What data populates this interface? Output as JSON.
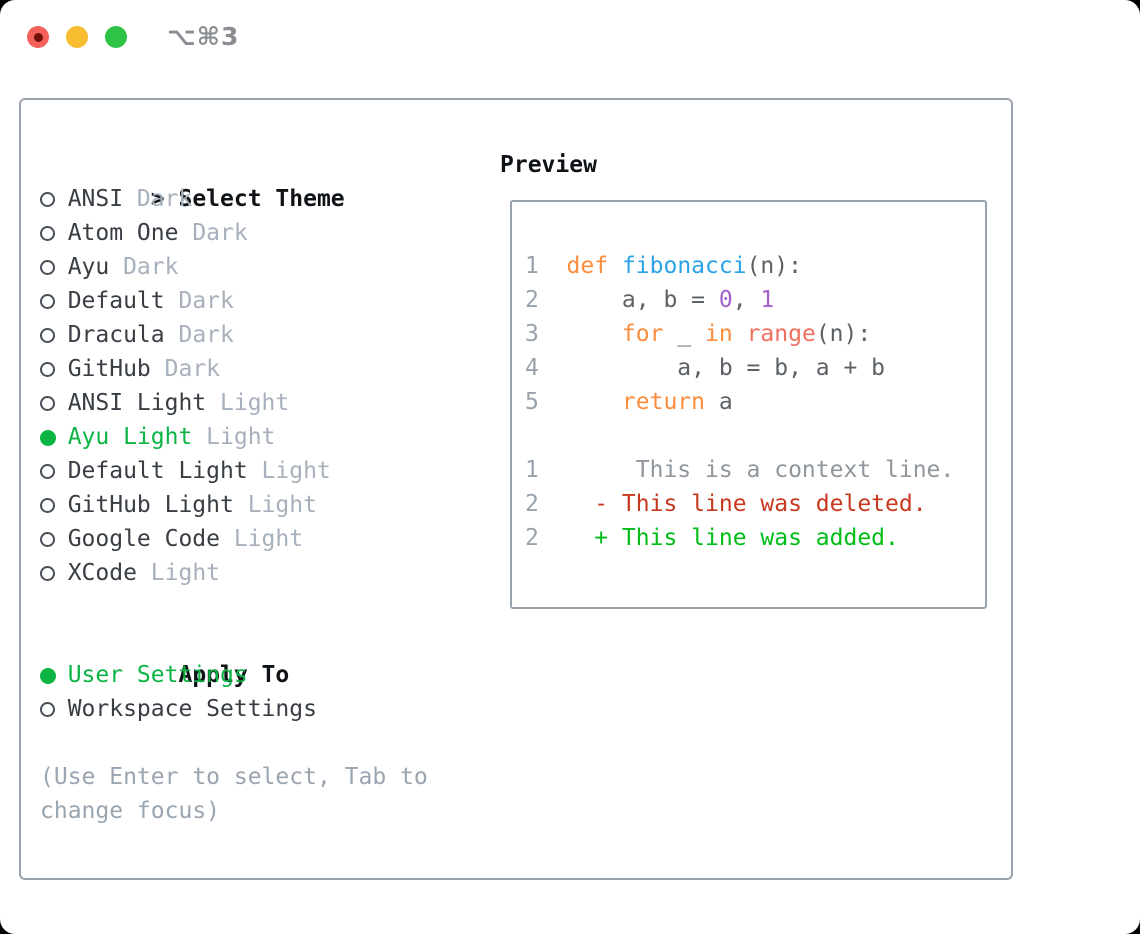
{
  "window": {
    "title": "⌥⌘3",
    "traffic_lights": [
      "close",
      "minimize",
      "zoom"
    ]
  },
  "theme_list": {
    "prefix": ">",
    "header": "Select Theme",
    "items": [
      {
        "name": "ANSI",
        "tag": "Dark",
        "selected": false
      },
      {
        "name": "Atom One",
        "tag": "Dark",
        "selected": false
      },
      {
        "name": "Ayu",
        "tag": "Dark",
        "selected": false
      },
      {
        "name": "Default",
        "tag": "Dark",
        "selected": false
      },
      {
        "name": "Dracula",
        "tag": "Dark",
        "selected": false
      },
      {
        "name": "GitHub",
        "tag": "Dark",
        "selected": false
      },
      {
        "name": "ANSI Light",
        "tag": "Light",
        "selected": false
      },
      {
        "name": "Ayu Light",
        "tag": "Light",
        "selected": true
      },
      {
        "name": "Default Light",
        "tag": "Light",
        "selected": false
      },
      {
        "name": "GitHub Light",
        "tag": "Light",
        "selected": false
      },
      {
        "name": "Google Code",
        "tag": "Light",
        "selected": false
      },
      {
        "name": "XCode",
        "tag": "Light",
        "selected": false
      }
    ]
  },
  "apply_to": {
    "header": "Apply To",
    "options": [
      {
        "label": "User Settings",
        "selected": true
      },
      {
        "label": "Workspace Settings",
        "selected": false
      }
    ]
  },
  "hint": {
    "line1": "(Use Enter to select, Tab to",
    "line2": "change focus)"
  },
  "preview": {
    "header": "Preview",
    "lines": [
      {
        "num": "1",
        "tokens": [
          {
            "c": "kw",
            "t": "def"
          },
          {
            "c": "fg",
            "t": " "
          },
          {
            "c": "fn",
            "t": "fibonacci"
          },
          {
            "c": "fg",
            "t": "(n):"
          }
        ]
      },
      {
        "num": "2",
        "tokens": [
          {
            "c": "fg",
            "t": "    a, b = "
          },
          {
            "c": "num",
            "t": "0"
          },
          {
            "c": "fg",
            "t": ", "
          },
          {
            "c": "num",
            "t": "1"
          }
        ]
      },
      {
        "num": "3",
        "tokens": [
          {
            "c": "fg",
            "t": "    "
          },
          {
            "c": "kw",
            "t": "for"
          },
          {
            "c": "fg",
            "t": " _ "
          },
          {
            "c": "kw",
            "t": "in"
          },
          {
            "c": "fg",
            "t": " "
          },
          {
            "c": "rng",
            "t": "range"
          },
          {
            "c": "fg",
            "t": "(n):"
          }
        ]
      },
      {
        "num": "4",
        "tokens": [
          {
            "c": "fg",
            "t": "        a, b = b, a + b"
          }
        ]
      },
      {
        "num": "5",
        "tokens": [
          {
            "c": "fg",
            "t": "    "
          },
          {
            "c": "kw",
            "t": "return"
          },
          {
            "c": "fg",
            "t": " a"
          }
        ]
      },
      {
        "num": "",
        "tokens": []
      },
      {
        "num": "1",
        "tokens": [
          {
            "c": "ctx",
            "t": "     This is a context line."
          }
        ]
      },
      {
        "num": "2",
        "tokens": [
          {
            "c": "del",
            "t": "  - This line was deleted."
          }
        ]
      },
      {
        "num": "2",
        "tokens": [
          {
            "c": "add",
            "t": "  + This line was added."
          }
        ]
      }
    ]
  },
  "colors": {
    "keyword": "#fa8d3e",
    "function": "#2ba3e8",
    "number": "#a55fc9",
    "builtin": "#f0705f",
    "code_fg": "#5c6166",
    "line_number": "#9aa2ab",
    "context": "#8f969c",
    "deleted": "#c8381f",
    "added": "#00bd17",
    "selected_green": "#0cb444",
    "tag_gray": "#a7b0bc",
    "hint_gray": "#9aa5b1",
    "text_dark": "#383e44",
    "traffic_red": "#f4605a",
    "traffic_yellow": "#f8bd31",
    "traffic_green": "#2ec344",
    "border_gray": "#9aa3ad"
  }
}
